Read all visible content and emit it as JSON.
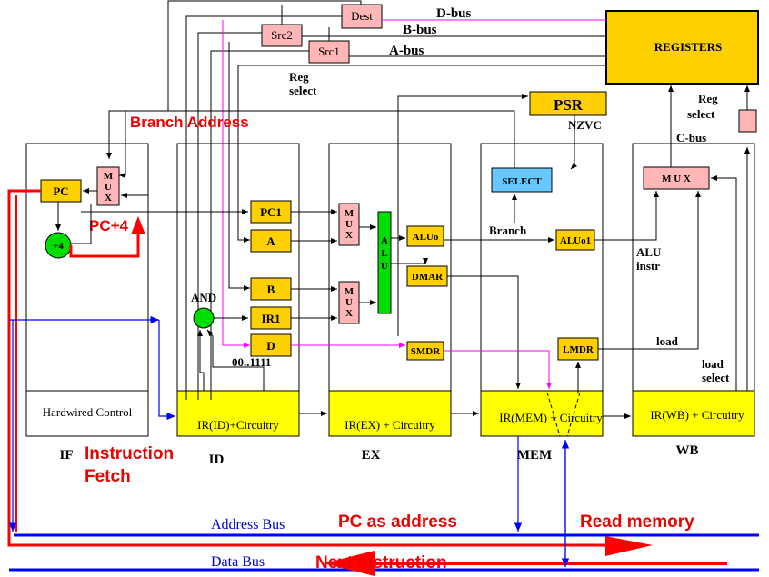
{
  "colors": {
    "register_fill": "#ffd000",
    "mux_fill": "#ffb6b6",
    "circuit_fill": "#ffff00",
    "alu_fill": "#00dd00",
    "select_fill": "#66c8ff",
    "bus_blue": "#0000ff",
    "bus_red": "#ff0000",
    "magenta": "#ff00ff"
  },
  "top": {
    "registers": "REGISTERS",
    "dest": "Dest",
    "src2": "Src2",
    "src1": "Src1",
    "d_bus": "D-bus",
    "b_bus": "B-bus",
    "a_bus": "A-bus",
    "reg_select": [
      "Reg",
      "select"
    ],
    "psr": "PSR",
    "nzvc": "NZVC",
    "reg_select_right": [
      "Reg",
      "select"
    ],
    "c_bus": "C-bus",
    "branch_address": "Branch Address"
  },
  "if_stage": {
    "pc": "PC",
    "mux": [
      "M",
      "U",
      "X"
    ],
    "plus4": "+4",
    "pc_plus4": "PC+4",
    "hardwired": "Hardwired Control",
    "label": "IF",
    "fetch": [
      "Instruction",
      "Fetch"
    ]
  },
  "id_stage": {
    "and": "AND",
    "pc1": "PC1",
    "a": "A",
    "b": "B",
    "ir1": "IR1",
    "d": "D",
    "imm": "00..1111",
    "circuit": "IR(ID)+Circuitry",
    "label": "ID"
  },
  "ex_stage": {
    "mux": [
      "M",
      "U",
      "X"
    ],
    "alu": [
      "A",
      "L",
      "U"
    ],
    "aluo": "ALUo",
    "dmar": "DMAR",
    "smdr": "SMDR",
    "circuit": "IR(EX) + Circuitry",
    "label": "EX"
  },
  "mem_stage": {
    "select": "SELECT",
    "branch": "Branch",
    "aluo1": "ALUo1",
    "lmdr": "LMDR",
    "circuit": "IR(MEM) + Circuitry",
    "label": "MEM"
  },
  "wb_stage": {
    "mux": "M U X",
    "alu_instr": [
      "ALU",
      "instr"
    ],
    "load": "load",
    "load_select": [
      "load",
      "select"
    ],
    "circuit": "IR(WB) + Circuitry",
    "label": "WB"
  },
  "buses": {
    "address_bus": "Address Bus",
    "data_bus": "Data Bus",
    "pc_as_address": "PC as address",
    "read_memory": "Read memory",
    "next_instruction": "Next Instruction"
  }
}
